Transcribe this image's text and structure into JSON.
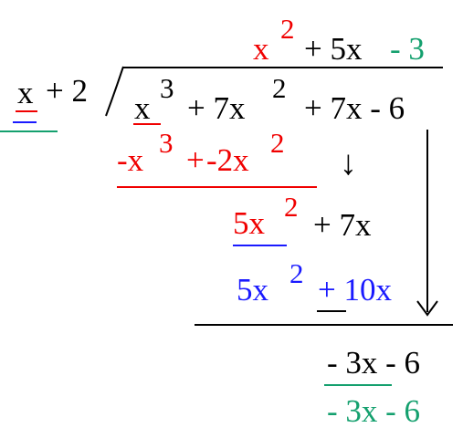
{
  "quotient": {
    "x": "x",
    "exp": "2",
    "plus_5x": "+ 5x",
    "minus_3": "- 3"
  },
  "divisor": {
    "x": "x",
    "plus_2": "+ 2"
  },
  "dividend": {
    "x": "x",
    "exp3": "3",
    "plus_7x": "+ 7x",
    "exp2": "2",
    "plus_7x_minus_6": "+ 7x - 6"
  },
  "step1": {
    "minus_x": "-x",
    "exp3": "3",
    "plus": "+",
    "minus_2x": "-2x",
    "exp2": "2"
  },
  "step2": {
    "five_x": "5x",
    "exp2": "2",
    "plus_7x": "+ 7x"
  },
  "step3": {
    "five_x": "5x",
    "exp2": "2",
    "plus_10x": "+ 10x"
  },
  "remainder": {
    "black": "- 3x - 6",
    "green": "- 3x - 6"
  },
  "arrows": {
    "down_short": "↓"
  },
  "colors": {
    "black": "#000000",
    "red": "#f00000",
    "green": "#14a06e",
    "blue": "#1a1aff"
  }
}
